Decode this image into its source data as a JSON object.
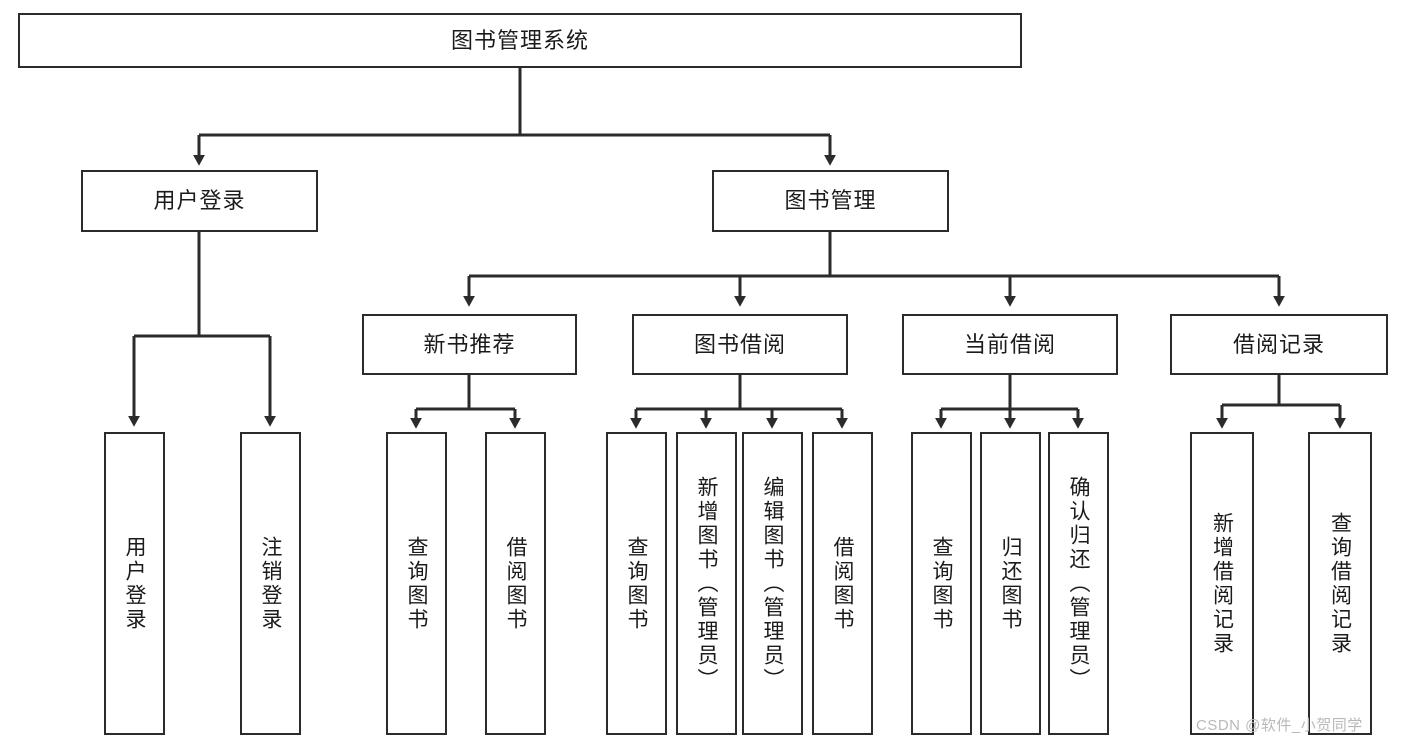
{
  "diagram": {
    "type": "tree-hierarchy-chart",
    "title_text": "图书管理系统",
    "watermark": "CSDN @软件_小贺同学",
    "colors": {
      "stroke": "#2b2b2b",
      "fill": "#ffffff",
      "text": "#1b1b1b",
      "watermark": "#b9b9b9"
    },
    "levels": {
      "root": {
        "label": "图书管理系统"
      },
      "level2": [
        {
          "label": "用户登录"
        },
        {
          "label": "图书管理"
        }
      ],
      "level3": [
        {
          "label": "新书推荐"
        },
        {
          "label": "图书借阅"
        },
        {
          "label": "当前借阅"
        },
        {
          "label": "借阅记录"
        }
      ],
      "leaves": {
        "user_login": [
          {
            "label": "用户登录"
          },
          {
            "label": "注销登录"
          }
        ],
        "new_book_recommend": [
          {
            "label": "查询图书"
          },
          {
            "label": "借阅图书"
          }
        ],
        "book_borrow": [
          {
            "label": "查询图书"
          },
          {
            "label": "新增图书（管理员）"
          },
          {
            "label": "编辑图书（管理员）"
          },
          {
            "label": "借阅图书"
          }
        ],
        "current_borrow": [
          {
            "label": "查询图书"
          },
          {
            "label": "归还图书"
          },
          {
            "label": "确认归还（管理员）"
          }
        ],
        "borrow_record": [
          {
            "label": "新增借阅记录"
          },
          {
            "label": "查询借阅记录"
          }
        ]
      }
    }
  }
}
